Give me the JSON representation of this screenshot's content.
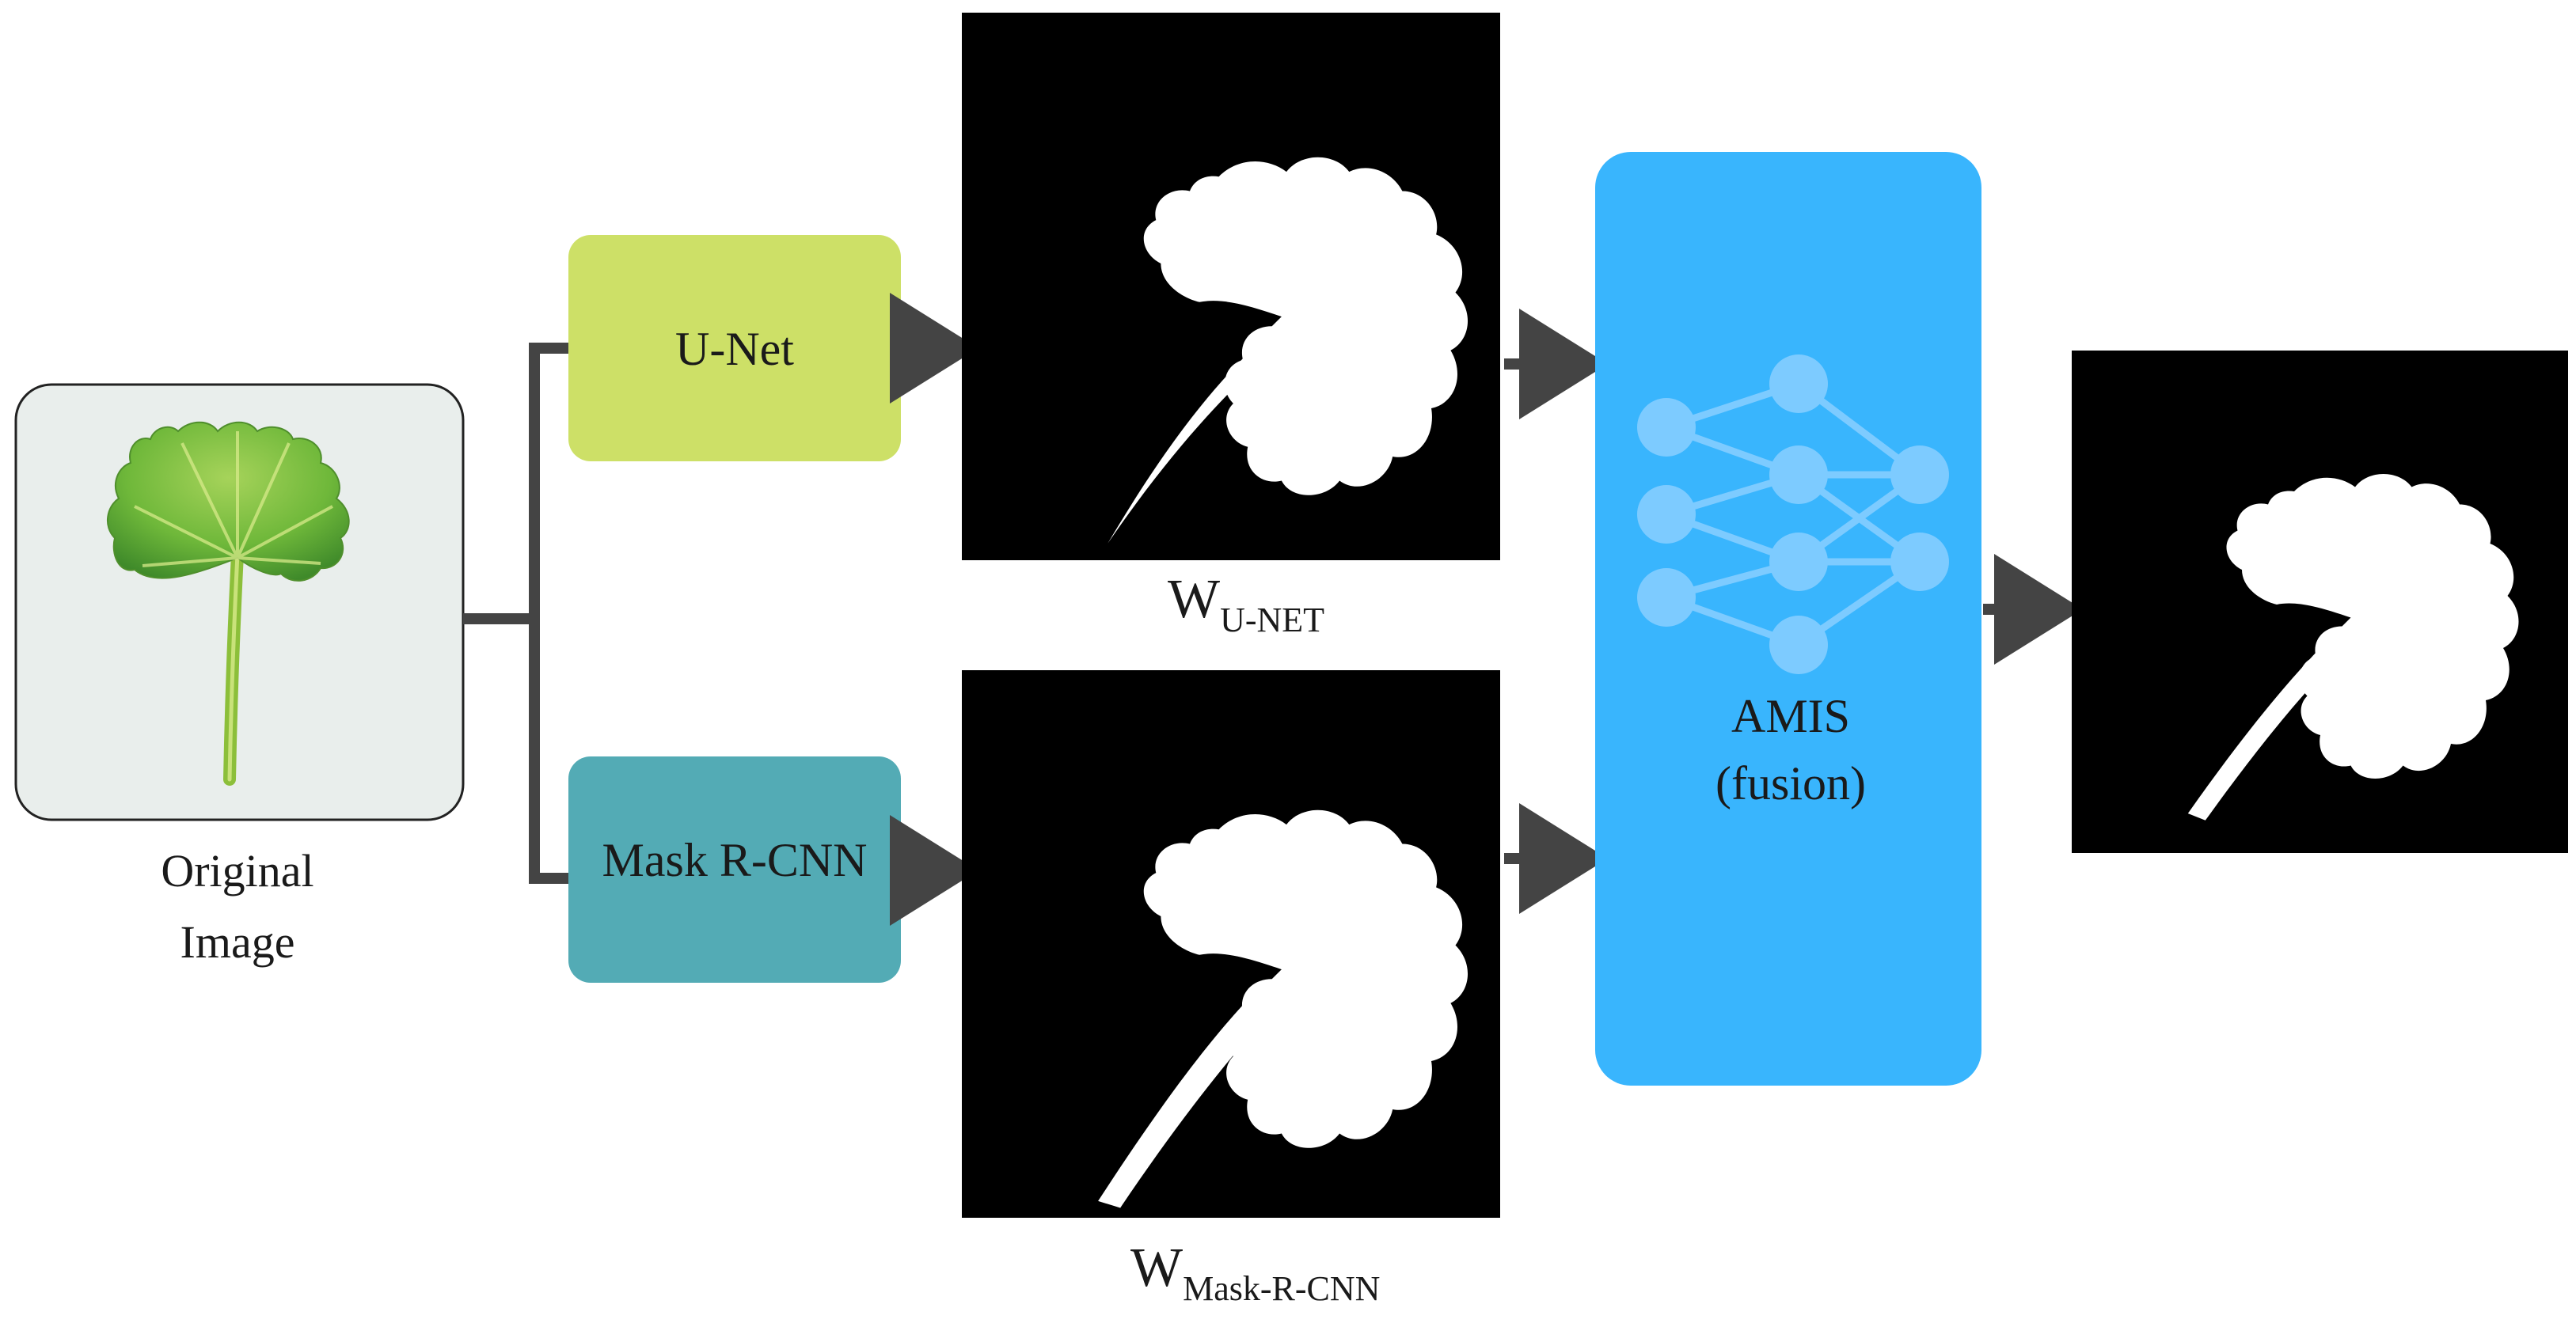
{
  "input": {
    "caption_line1": "Original",
    "caption_line2": "Image"
  },
  "models": {
    "unet_label": "U-Net",
    "maskrcnn_label": "Mask R-CNN"
  },
  "outputs": {
    "unet_main": "W",
    "unet_sub": "U-NET",
    "maskrcnn_main": "W",
    "maskrcnn_sub": "Mask-R-CNN"
  },
  "fusion": {
    "line1": "AMIS",
    "line2": "(fusion)"
  },
  "colors": {
    "unet_box": "#cde067",
    "maskrcnn_box": "#53abb5",
    "fusion_box": "#39b5fd",
    "fusion_nodes": "#7dcbff",
    "arrow": "#444444",
    "mask_bg": "#000000",
    "mask_fg": "#ffffff",
    "leaf": "#6fb83a",
    "input_bg": "#e9eeec"
  },
  "icons": {
    "fusion_icon": "neural-network-icon",
    "leaf_icon": "leaf-icon"
  }
}
